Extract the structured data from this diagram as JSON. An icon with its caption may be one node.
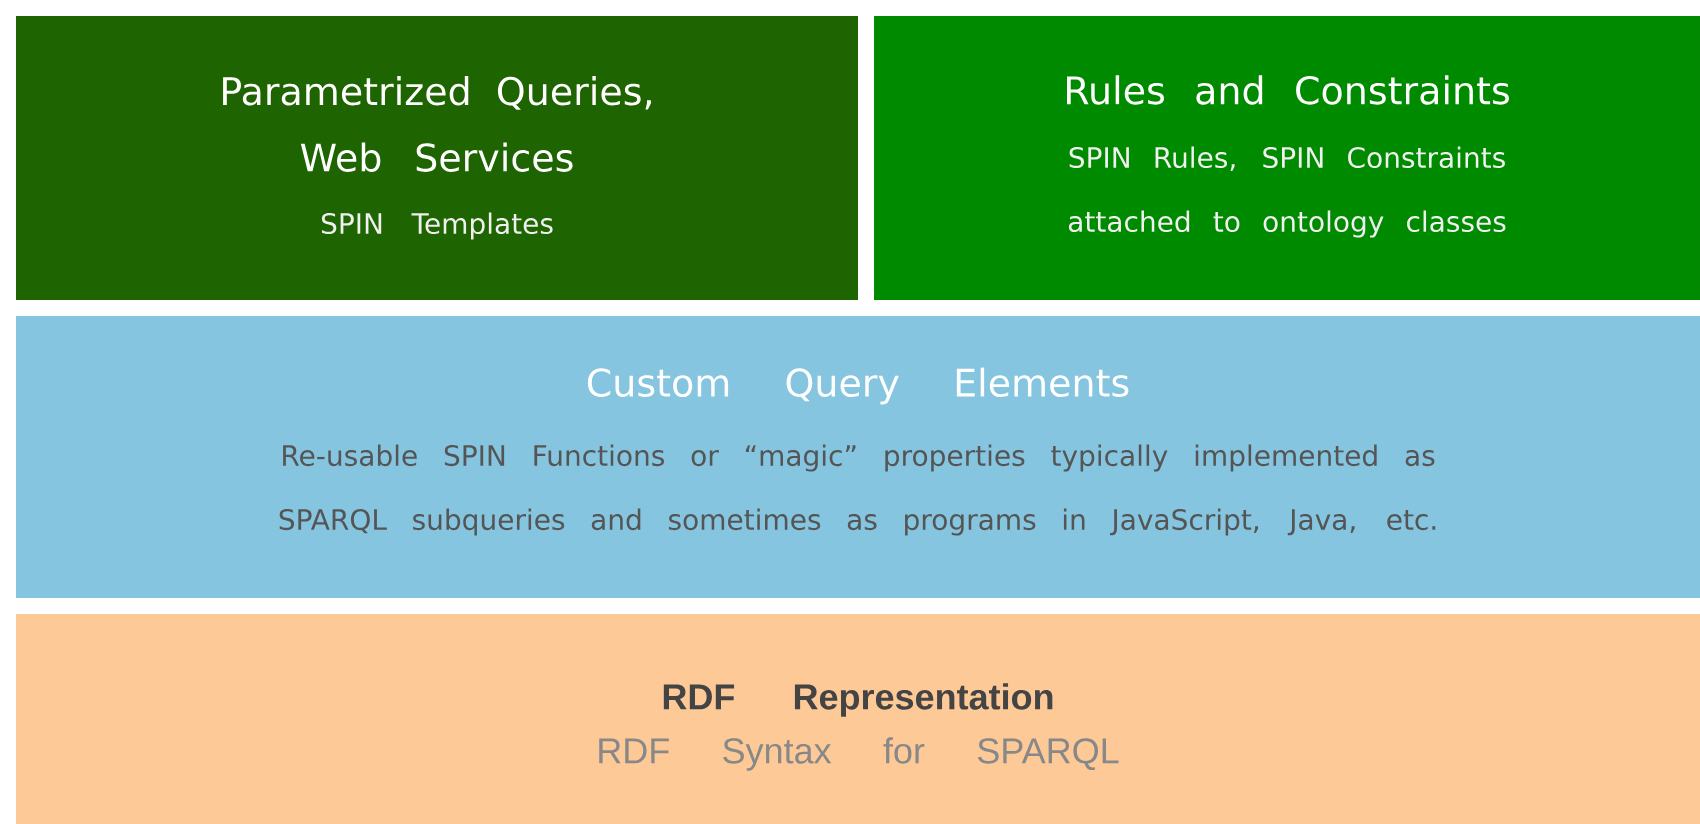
{
  "diagram": {
    "nodes": [
      {
        "text": [
          "Parametrized Queries, Web Services",
          "SPIN Templates"
        ]
      },
      {
        "text": [
          "Rules and Constraints",
          "SPIN Rules, SPIN Constraints attached to ontology classes"
        ]
      },
      {
        "text": [
          "Custom Query Elements",
          "Re-usable SPIN Functions or “magic” properties typically implemented as SPARQL subqueries and sometimes as programs in JavaScript, Java, etc."
        ]
      },
      {
        "text": [
          "RDF Representation",
          "RDF Syntax for SPARQL"
        ]
      }
    ]
  }
}
